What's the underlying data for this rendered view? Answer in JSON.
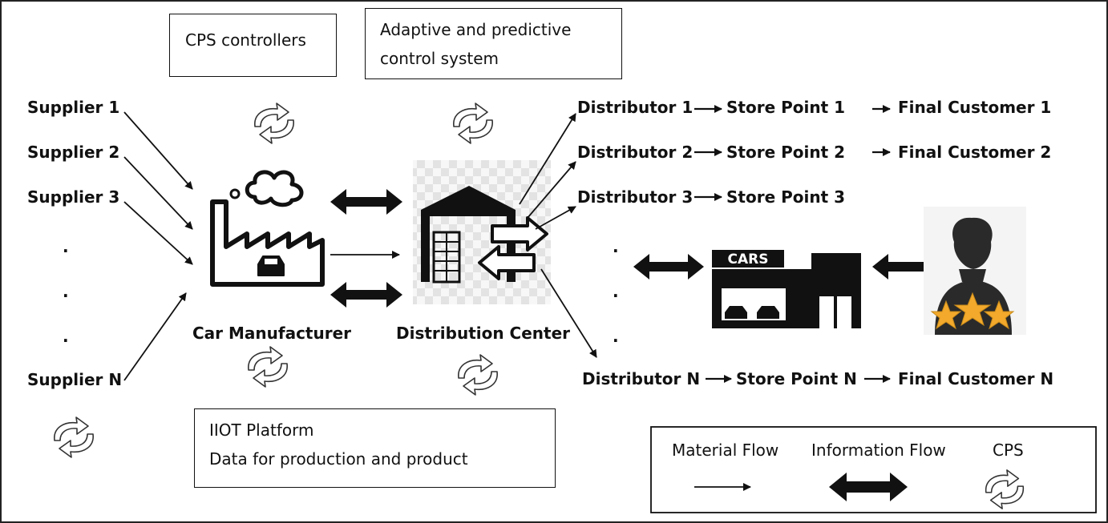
{
  "boxes": {
    "cps_controllers": "CPS controllers",
    "adaptive_line1": "Adaptive and predictive",
    "adaptive_line2": "control system",
    "iiot_line1": "IIOT Platform",
    "iiot_line2": "Data for production and product"
  },
  "suppliers": [
    "Supplier 1",
    "Supplier 2",
    "Supplier 3",
    ".",
    ".",
    ".",
    "Supplier N"
  ],
  "nodes": {
    "manufacturer": "Car Manufacturer",
    "distribution_center": "Distribution Center",
    "store_sign": "CARS"
  },
  "channels": [
    {
      "distributor": "Distributor 1",
      "store": "Store Point 1",
      "customer": "Final Customer 1"
    },
    {
      "distributor": "Distributor 2",
      "store": "Store Point 2",
      "customer": "Final Customer 2"
    },
    {
      "distributor": "Distributor 3",
      "store": "Store Point 3",
      "customer": ""
    },
    {
      "distributor": "Distributor N",
      "store": "Store Point N",
      "customer": "Final Customer N"
    }
  ],
  "ellipsis": [
    ".",
    ".",
    "."
  ],
  "legend": {
    "material_flow": "Material Flow",
    "information_flow": "Information Flow",
    "cps": "CPS"
  },
  "icons": [
    "factory-icon",
    "warehouse-icon",
    "car-store-icon",
    "customer-icon",
    "cps-cycle-icon",
    "information-flow-arrow",
    "material-flow-arrow"
  ]
}
